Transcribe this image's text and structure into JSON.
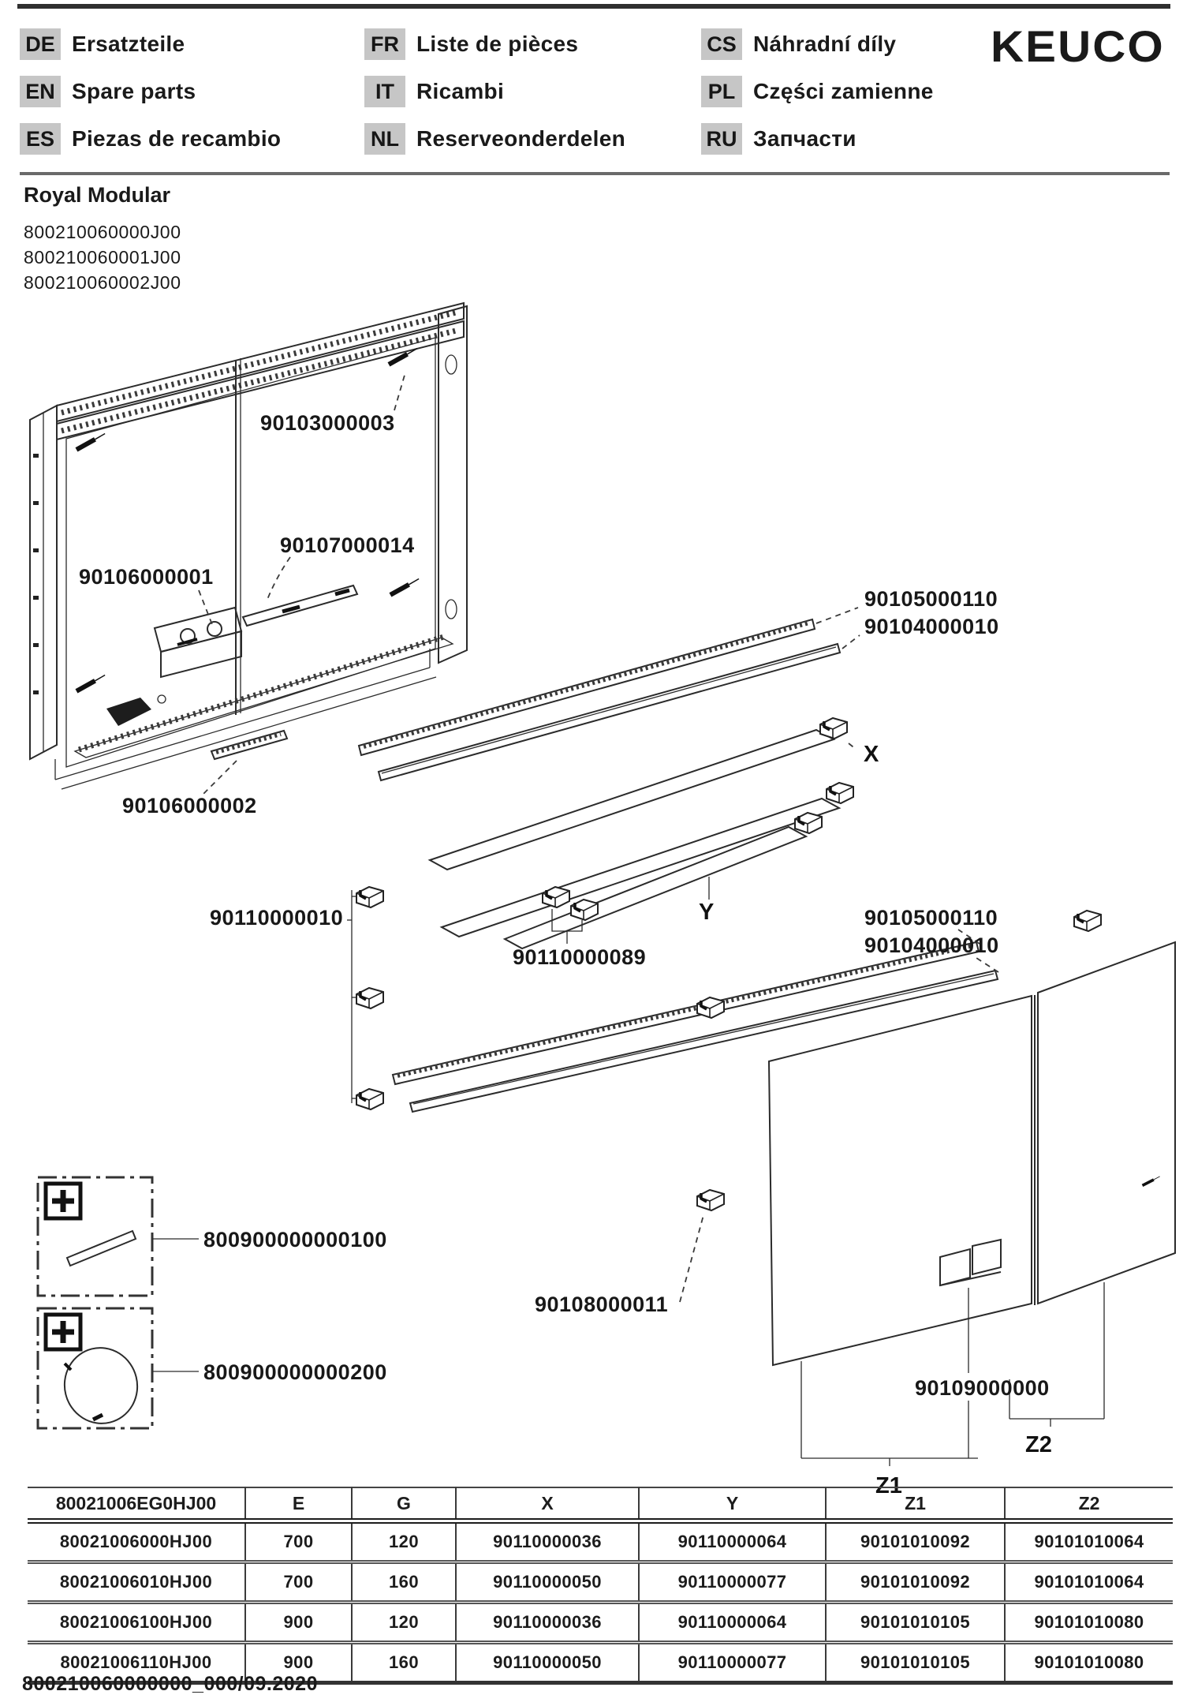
{
  "page": {
    "brand": "KEUCO",
    "title": "Royal Modular",
    "footer_code": "800210060000000_000/09.2020"
  },
  "colors": {
    "ink": "#1a1a1a",
    "tag_bg": "#c6c6c6"
  },
  "languages": [
    {
      "code": "DE",
      "label": "Ersatzteile"
    },
    {
      "code": "EN",
      "label": "Spare parts"
    },
    {
      "code": "ES",
      "label": "Piezas de recambio"
    },
    {
      "code": "FR",
      "label": "Liste de pièces"
    },
    {
      "code": "IT",
      "label": "Ricambi"
    },
    {
      "code": "NL",
      "label": "Reserveonderdelen"
    },
    {
      "code": "CS",
      "label": "Náhradní díly"
    },
    {
      "code": "PL",
      "label": "Części zamienne"
    },
    {
      "code": "RU",
      "label": "Запчасти"
    }
  ],
  "variants": [
    "800210060000J00",
    "800210060001J00",
    "800210060002J00"
  ],
  "diagram": {
    "cabinet_corner_screws": "90103000003",
    "inner_light_rail": "90107000014",
    "drive_unit": "90106000001",
    "bottom_cover_strip": "90106000002",
    "led_profile_top": "90105000110",
    "cover_profile_top": "90104000010",
    "led_profile_bottom": "90105000110",
    "cover_profile_bottom": "90104000010",
    "shelf_holder_set": "90110000010",
    "shelf_holder_mid": "90110000089",
    "door_clip": "90108000011",
    "door_bottom_bracket": "90109000000",
    "accessory_strip": "800900000000100",
    "accessory_mirror": "800900000000200",
    "marker_x": "X",
    "marker_y": "Y",
    "marker_z1": "Z1",
    "marker_z2": "Z2"
  },
  "table": {
    "header": [
      "80021006EG0HJ00",
      "E",
      "G",
      "X",
      "Y",
      "Z1",
      "Z2"
    ],
    "rows": [
      [
        "80021006000HJ00",
        "700",
        "120",
        "90110000036",
        "90110000064",
        "90101010092",
        "90101010064"
      ],
      [
        "80021006010HJ00",
        "700",
        "160",
        "90110000050",
        "90110000077",
        "90101010092",
        "90101010064"
      ],
      [
        "80021006100HJ00",
        "900",
        "120",
        "90110000036",
        "90110000064",
        "90101010105",
        "90101010080"
      ],
      [
        "80021006110HJ00",
        "900",
        "160",
        "90110000050",
        "90110000077",
        "90101010105",
        "90101010080"
      ]
    ]
  }
}
